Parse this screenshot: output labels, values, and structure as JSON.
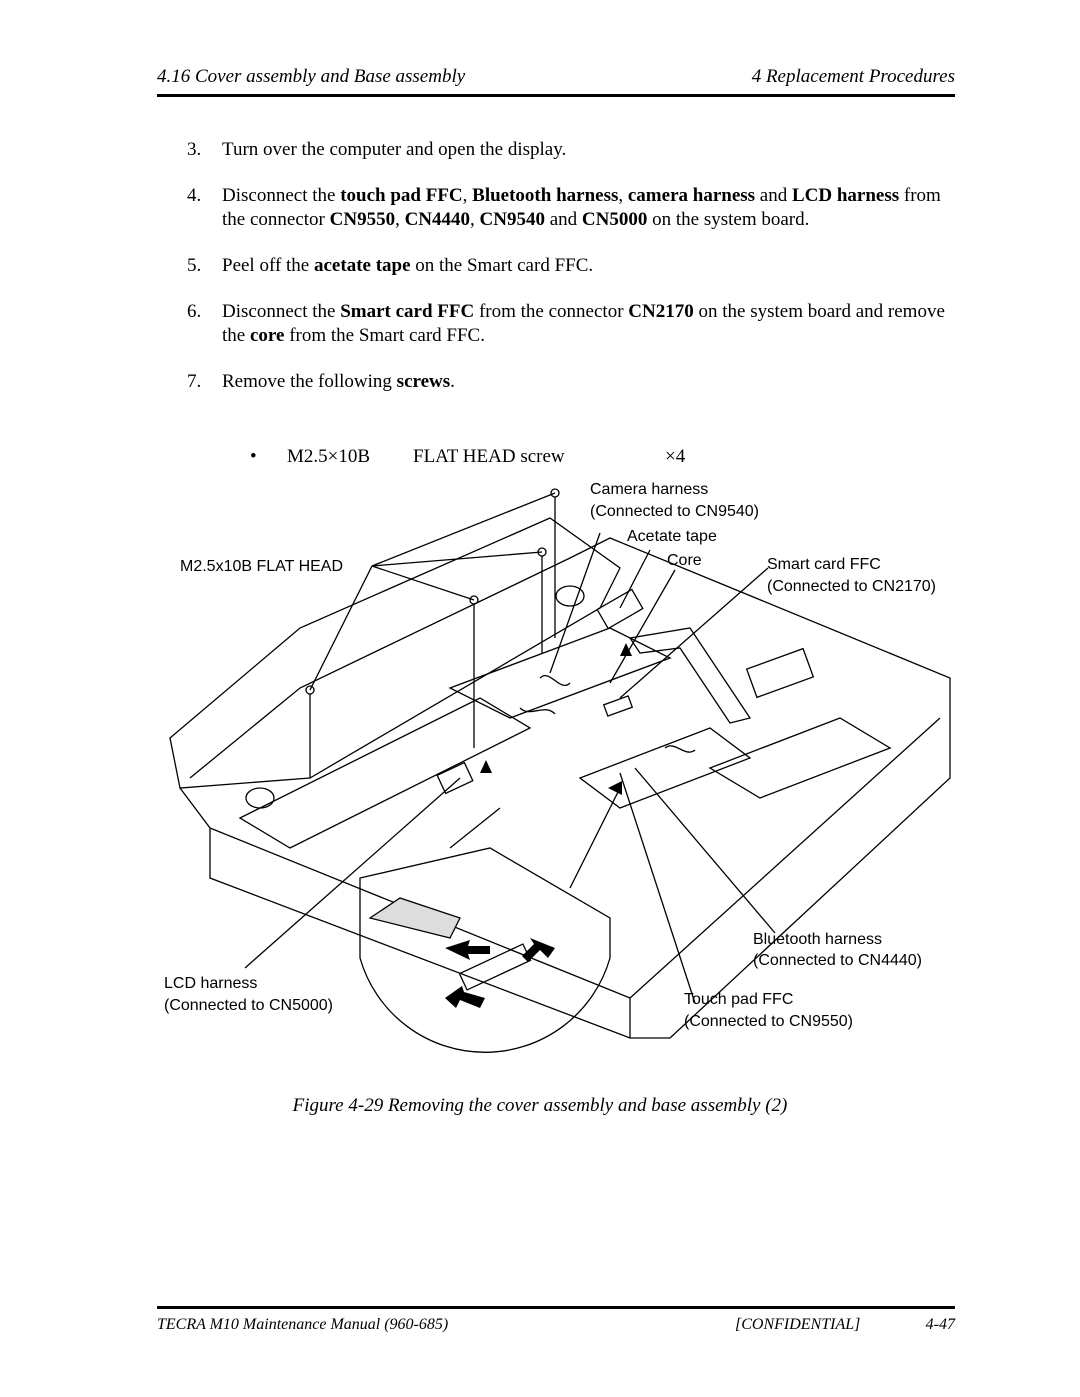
{
  "header": {
    "section": "4.16 Cover assembly and Base assembly",
    "chapter": "4 Replacement Procedures"
  },
  "steps": [
    {
      "num": "3.",
      "parts": [
        {
          "t": "Turn over the computer and open the display."
        }
      ]
    },
    {
      "num": "4.",
      "parts": [
        {
          "t": "Disconnect the "
        },
        {
          "t": "touch pad FFC",
          "b": true
        },
        {
          "t": ", "
        },
        {
          "t": "Bluetooth harness",
          "b": true
        },
        {
          "t": ", "
        },
        {
          "t": "camera harness",
          "b": true
        },
        {
          "t": " and "
        },
        {
          "t": "LCD harness",
          "b": true
        },
        {
          "t": " from the connector "
        },
        {
          "t": "CN9550",
          "b": true
        },
        {
          "t": ", "
        },
        {
          "t": "CN4440",
          "b": true
        },
        {
          "t": ", "
        },
        {
          "t": "CN9540",
          "b": true
        },
        {
          "t": " and "
        },
        {
          "t": "CN5000",
          "b": true
        },
        {
          "t": " on the system board."
        }
      ]
    },
    {
      "num": "5.",
      "parts": [
        {
          "t": "Peel off the "
        },
        {
          "t": "acetate tape",
          "b": true
        },
        {
          "t": " on the Smart card FFC."
        }
      ]
    },
    {
      "num": "6.",
      "parts": [
        {
          "t": "Disconnect the "
        },
        {
          "t": "Smart card FFC",
          "b": true
        },
        {
          "t": " from the connector "
        },
        {
          "t": "CN2170",
          "b": true
        },
        {
          "t": " on the system board and remove the "
        },
        {
          "t": "core",
          "b": true
        },
        {
          "t": " from the Smart card FFC."
        }
      ]
    },
    {
      "num": "7.",
      "parts": [
        {
          "t": "Remove the following "
        },
        {
          "t": "screws",
          "b": true
        },
        {
          "t": "."
        }
      ]
    }
  ],
  "screw_list": {
    "bullet": "•",
    "size": "M2.5×10B",
    "type": "FLAT HEAD screw",
    "qty": "×4"
  },
  "figure": {
    "labels": {
      "camera_1": "Camera harness",
      "camera_2": "(Connected to CN9540)",
      "acetate": "Acetate tape",
      "core": "Core",
      "smart_1": "Smart card FFC",
      "smart_2": "(Connected to CN2170)",
      "screw": "M2.5x10B FLAT HEAD",
      "bt_1": "Bluetooth harness",
      "bt_2": "(Connected to CN4440)",
      "lcd_1": "LCD harness",
      "lcd_2": "(Connected to CN5000)",
      "tp_1": "Touch pad FFC",
      "tp_2": "(Connected to CN9550)"
    }
  },
  "caption": {
    "text": "Figure 4-29  Removing the cover assembly and base assembly (2)"
  },
  "footer": {
    "manual": "TECRA M10 Maintenance Manual (960-685)",
    "confidential": "[CONFIDENTIAL]",
    "page": "4-47"
  }
}
